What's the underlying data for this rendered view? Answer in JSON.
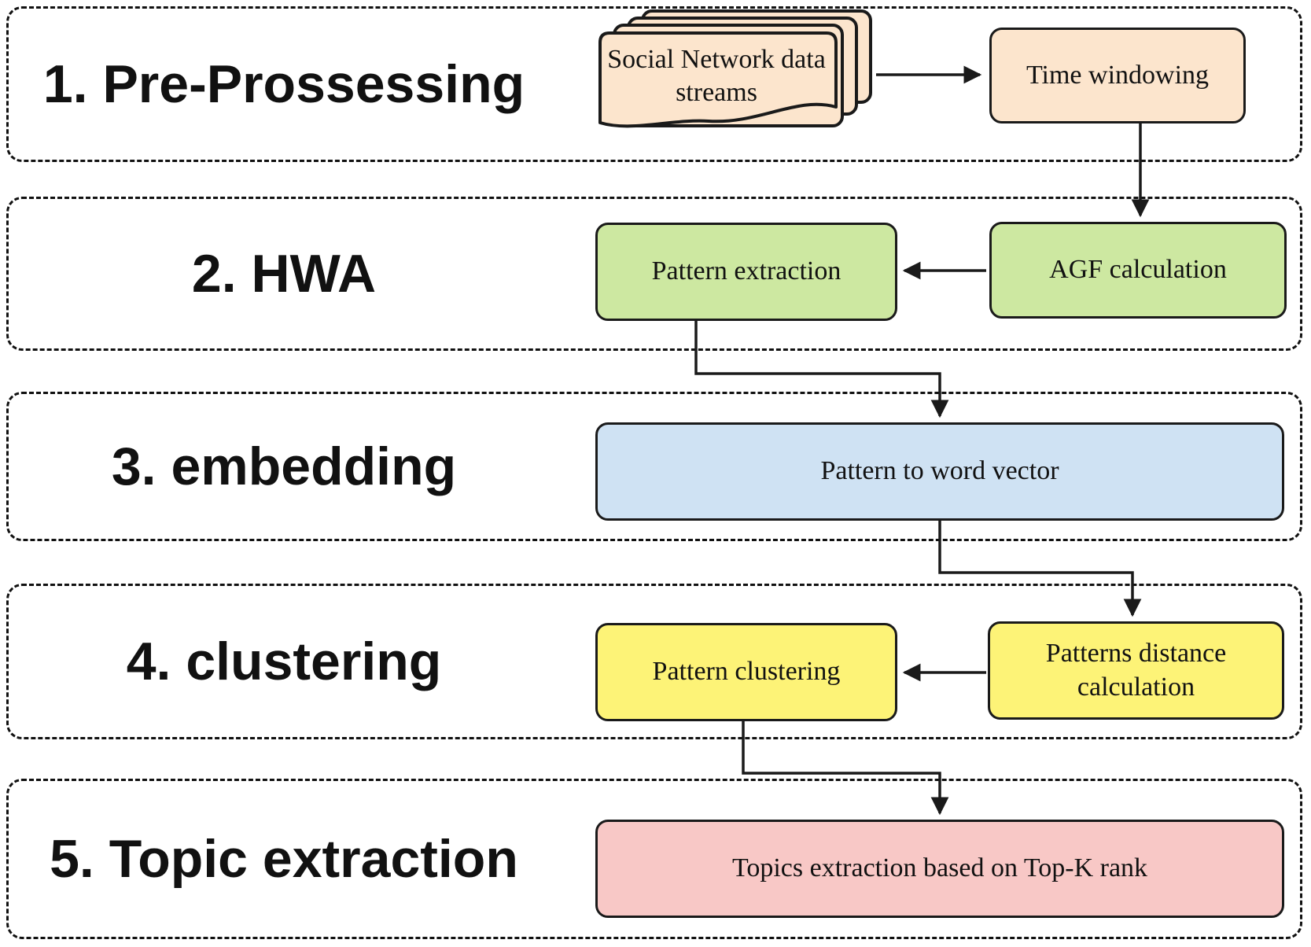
{
  "sections": [
    {
      "label": "1. Pre-Prossessing"
    },
    {
      "label": "2. HWA"
    },
    {
      "label": "3. embedding"
    },
    {
      "label": "4. clustering"
    },
    {
      "label": "5. Topic extraction"
    }
  ],
  "nodes": {
    "data_streams": {
      "label": "Social Network data streams",
      "color": "#fce5cd",
      "shape": "document-stack"
    },
    "time_windowing": {
      "label": "Time windowing",
      "color": "#fce5cd",
      "shape": "rounded-rect"
    },
    "pattern_extraction": {
      "label": "Pattern extraction",
      "color": "#cde8a1",
      "shape": "rounded-rect"
    },
    "agf_calculation": {
      "label": "AGF calculation",
      "color": "#cde8a1",
      "shape": "rounded-rect"
    },
    "pattern_to_word_vector": {
      "label": "Pattern to word vector",
      "color": "#cfe2f3",
      "shape": "rounded-rect"
    },
    "pattern_clustering": {
      "label": "Pattern clustering",
      "color": "#fdf377",
      "shape": "rounded-rect"
    },
    "patterns_distance": {
      "label": "Patterns distance calculation",
      "color": "#fdf377",
      "shape": "rounded-rect"
    },
    "topics_extraction": {
      "label": "Topics extraction based on Top-K rank",
      "color": "#f8c8c6",
      "shape": "rounded-rect"
    }
  },
  "edges": [
    {
      "from": "data_streams",
      "to": "time_windowing"
    },
    {
      "from": "time_windowing",
      "to": "agf_calculation"
    },
    {
      "from": "agf_calculation",
      "to": "pattern_extraction"
    },
    {
      "from": "pattern_extraction",
      "to": "pattern_to_word_vector"
    },
    {
      "from": "pattern_to_word_vector",
      "to": "patterns_distance"
    },
    {
      "from": "patterns_distance",
      "to": "pattern_clustering"
    },
    {
      "from": "pattern_clustering",
      "to": "topics_extraction"
    }
  ],
  "colors": {
    "node_border": "#1a1a1a",
    "section_border": "#111111",
    "arrow": "#1a1a1a",
    "background": "#ffffff",
    "text": "#111111"
  }
}
